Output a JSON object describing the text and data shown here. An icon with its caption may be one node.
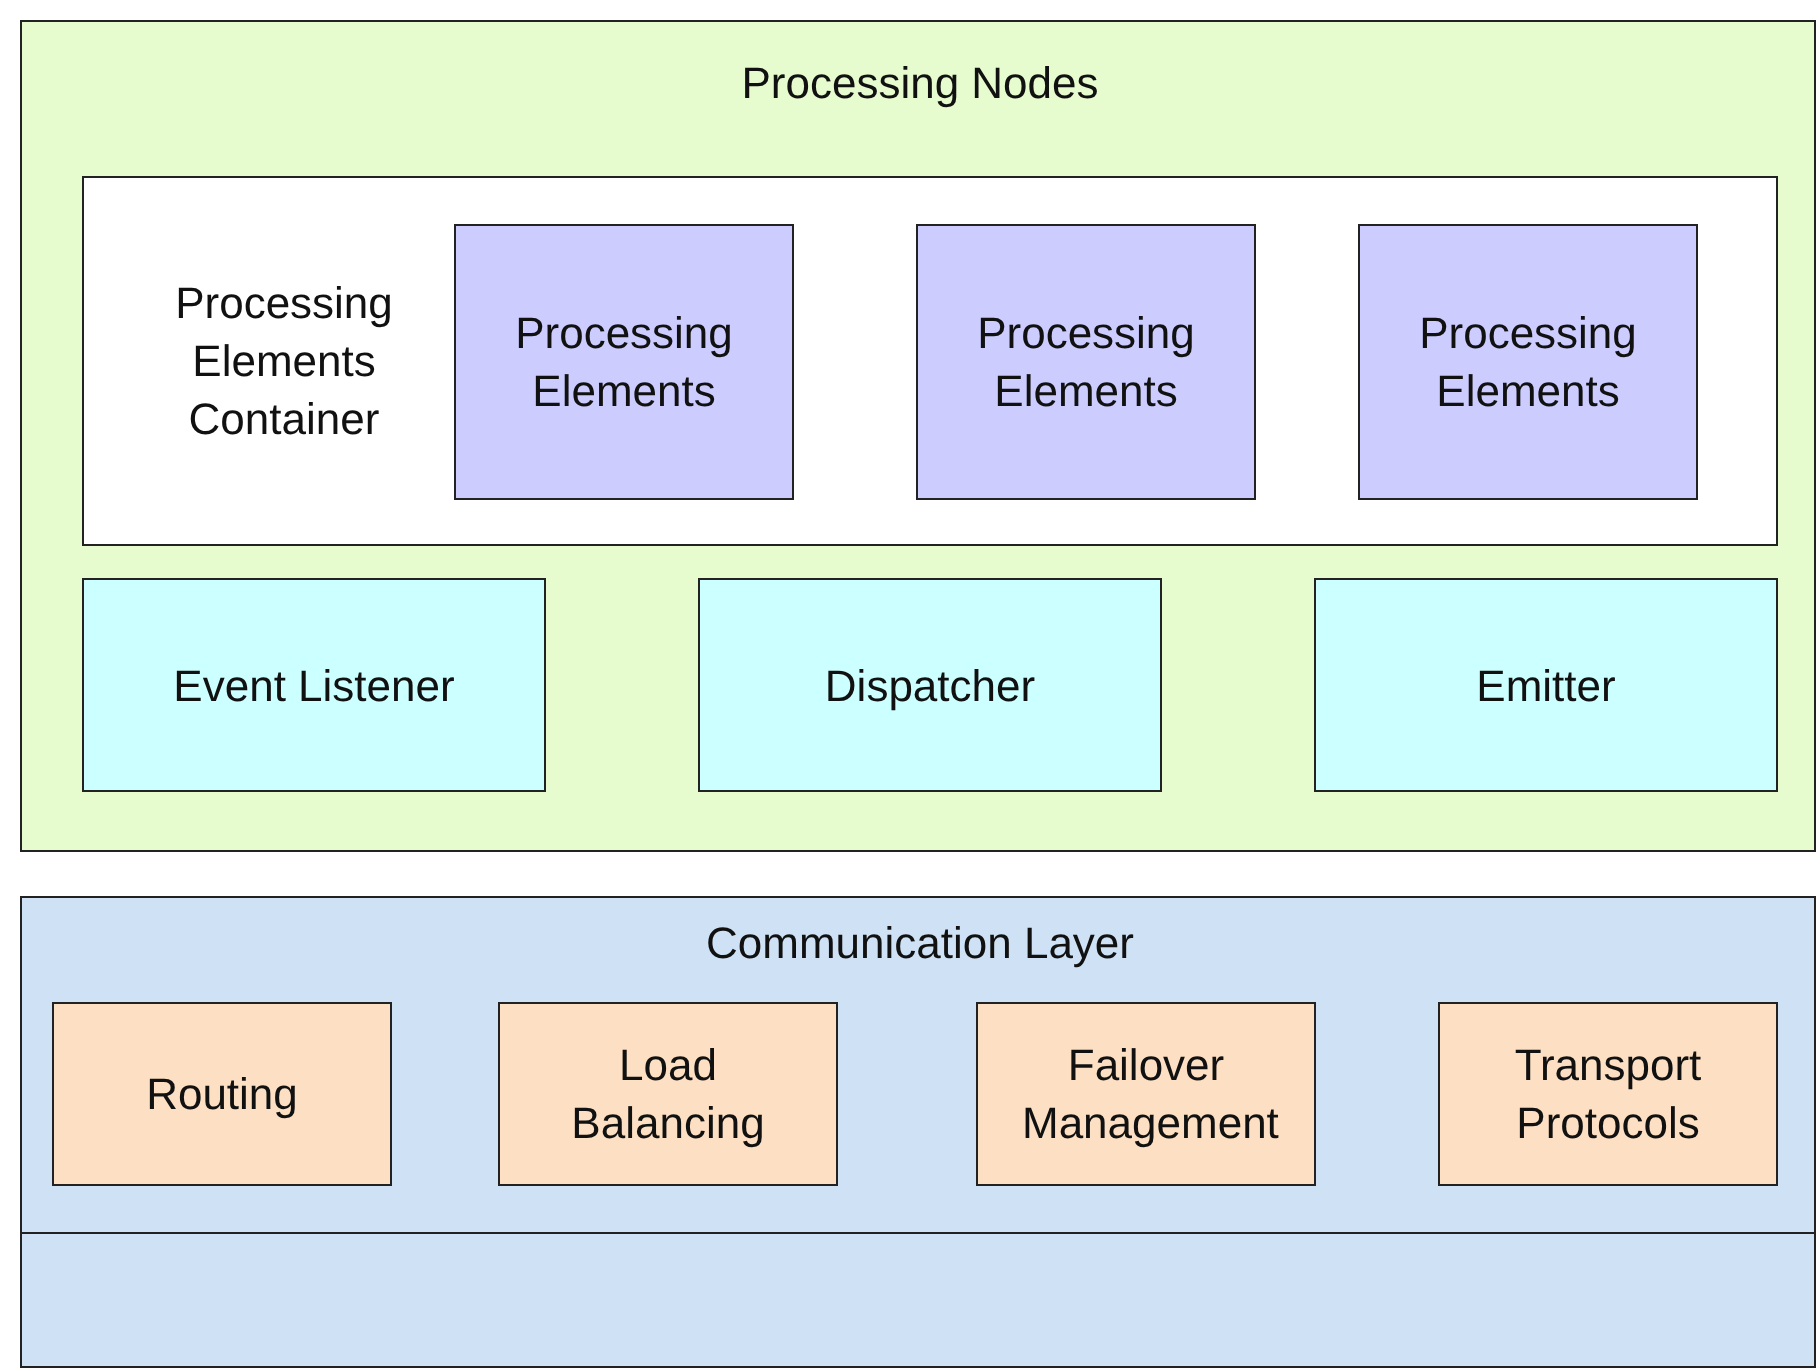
{
  "diagram": {
    "nodes": [
      {
        "text": [
          "Processing Nodes"
        ]
      },
      {
        "text": [
          "Processing Elements Container"
        ],
        "in": 0
      },
      {
        "text": [
          "Processing Elements"
        ],
        "in": 1
      },
      {
        "text": [
          "Processing Elements"
        ],
        "in": 1
      },
      {
        "text": [
          "Processing Elements"
        ],
        "in": 1
      },
      {
        "text": [
          "Event Listener"
        ],
        "in": 0
      },
      {
        "text": [
          "Dispatcher"
        ],
        "in": 0
      },
      {
        "text": [
          "Emitter"
        ],
        "in": 0
      },
      {
        "text": [
          "Communication Layer"
        ]
      },
      {
        "text": [
          "Routing"
        ],
        "in": 8
      },
      {
        "text": [
          "Load Balancing"
        ],
        "in": 8
      },
      {
        "text": [
          "Failover Management"
        ],
        "in": 8
      },
      {
        "text": [
          "Transport Protocols"
        ],
        "in": 8
      },
      {
        "text": [],
        "shape": "box"
      }
    ]
  }
}
